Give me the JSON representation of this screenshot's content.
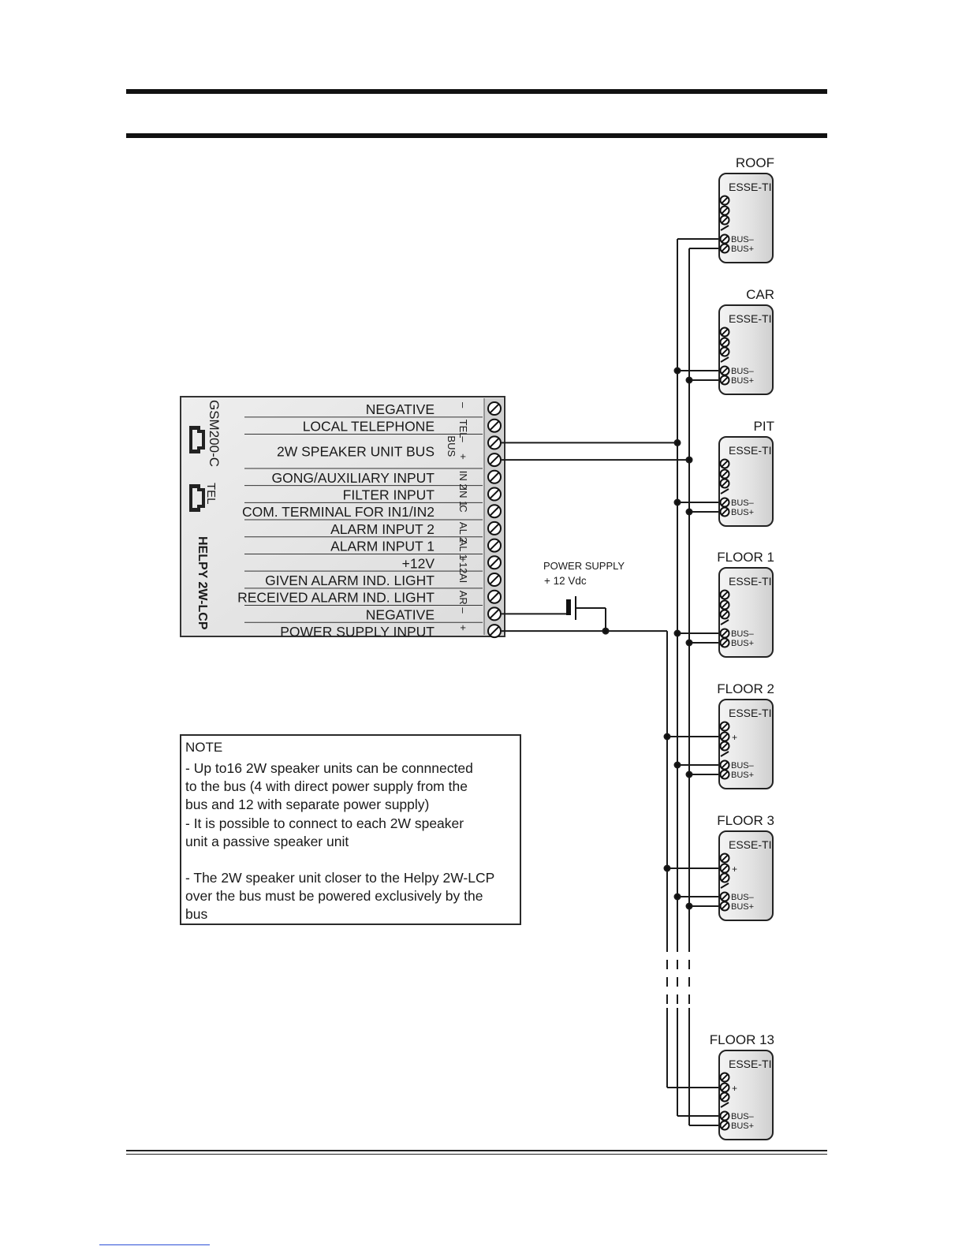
{
  "device": {
    "name": "HELPY 2W-LCP",
    "port_gsm": "GSM200-C",
    "port_tel": "TEL",
    "terminals": [
      {
        "label": "NEGATIVE",
        "code": "–"
      },
      {
        "label": "LOCAL TELEPHONE",
        "code": "TEL"
      },
      {
        "label": "2W SPEAKER UNIT BUS",
        "code": "–",
        "group": "BUS"
      },
      {
        "label": "",
        "code": "+"
      },
      {
        "label": "GONG/AUXILIARY INPUT",
        "code": "IN 2"
      },
      {
        "label": "FILTER INPUT",
        "code": "IN 1"
      },
      {
        "label": "COM. TERMINAL FOR IN1/IN2",
        "code": "C"
      },
      {
        "label": "ALARM INPUT 2",
        "code": "AL 2"
      },
      {
        "label": "ALARM INPUT 1",
        "code": "AL 1"
      },
      {
        "label": "+12V",
        "code": "+12"
      },
      {
        "label": "GIVEN ALARM IND. LIGHT",
        "code": "AI"
      },
      {
        "label": "RECEIVED ALARM IND. LIGHT",
        "code": "AR"
      },
      {
        "label": "NEGATIVE",
        "code": "–"
      },
      {
        "label": "POWER SUPPLY INPUT",
        "code": "+"
      }
    ]
  },
  "power_supply": {
    "label": "POWER SUPPLY",
    "value": "+ 12  Vdc"
  },
  "speaker_units": [
    {
      "location": "ROOF",
      "model": "ESSE-TI",
      "bus_minus": "BUS–",
      "bus_plus": "BUS+",
      "plus_label": ""
    },
    {
      "location": "CAR",
      "model": "ESSE-TI",
      "bus_minus": "BUS–",
      "bus_plus": "BUS+",
      "plus_label": ""
    },
    {
      "location": "PIT",
      "model": "ESSE-TI",
      "bus_minus": "BUS–",
      "bus_plus": "BUS+",
      "plus_label": ""
    },
    {
      "location": "FLOOR 1",
      "model": "ESSE-TI",
      "bus_minus": "BUS–",
      "bus_plus": "BUS+",
      "plus_label": ""
    },
    {
      "location": "FLOOR 2",
      "model": "ESSE-TI",
      "bus_minus": "BUS–",
      "bus_plus": "BUS+",
      "plus_label": "+"
    },
    {
      "location": "FLOOR 3",
      "model": "ESSE-TI",
      "bus_minus": "BUS–",
      "bus_plus": "BUS+",
      "plus_label": "+"
    },
    {
      "location": "FLOOR 13",
      "model": "ESSE-TI",
      "bus_minus": "BUS–",
      "bus_plus": "BUS+",
      "plus_label": "+"
    }
  ],
  "note": {
    "title": "NOTE",
    "lines": [
      "- Up to16 2W speaker units can be connnected",
      "to the bus (4 with direct power supply from the",
      "bus and 12 with separate power supply)",
      "- It is possible to connect to each 2W speaker",
      "unit a passive speaker unit",
      "",
      "- The 2W speaker unit closer to the Helpy 2W-LCP",
      "over the bus must be powered exclusively by the",
      "bus"
    ]
  },
  "colors": {
    "ink": "#1a1a1a",
    "panel_bg": "#e8e8e8",
    "unit_bg": "#ececec"
  }
}
